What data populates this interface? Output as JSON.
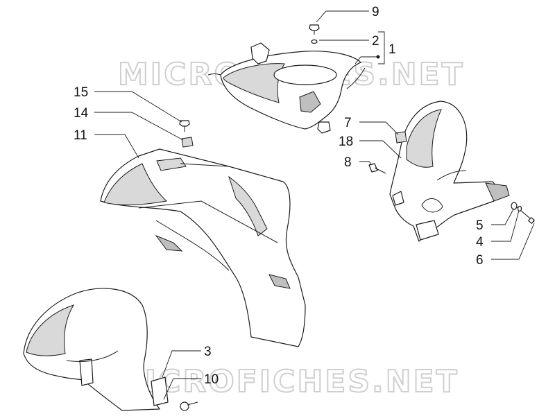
{
  "watermark": "MICROFICHES.NET",
  "callouts": {
    "p1": "1",
    "p2": "2",
    "p3": "3",
    "p4": "4",
    "p5": "5",
    "p6": "6",
    "p7": "7",
    "p8": "8",
    "p9": "9",
    "p10": "10",
    "p11": "11",
    "p14": "14",
    "p15": "15",
    "p18": "18"
  },
  "colors": {
    "line": "#1a1a1a",
    "shade": "#d9d9d9",
    "watermark": "#cfcfcf"
  }
}
